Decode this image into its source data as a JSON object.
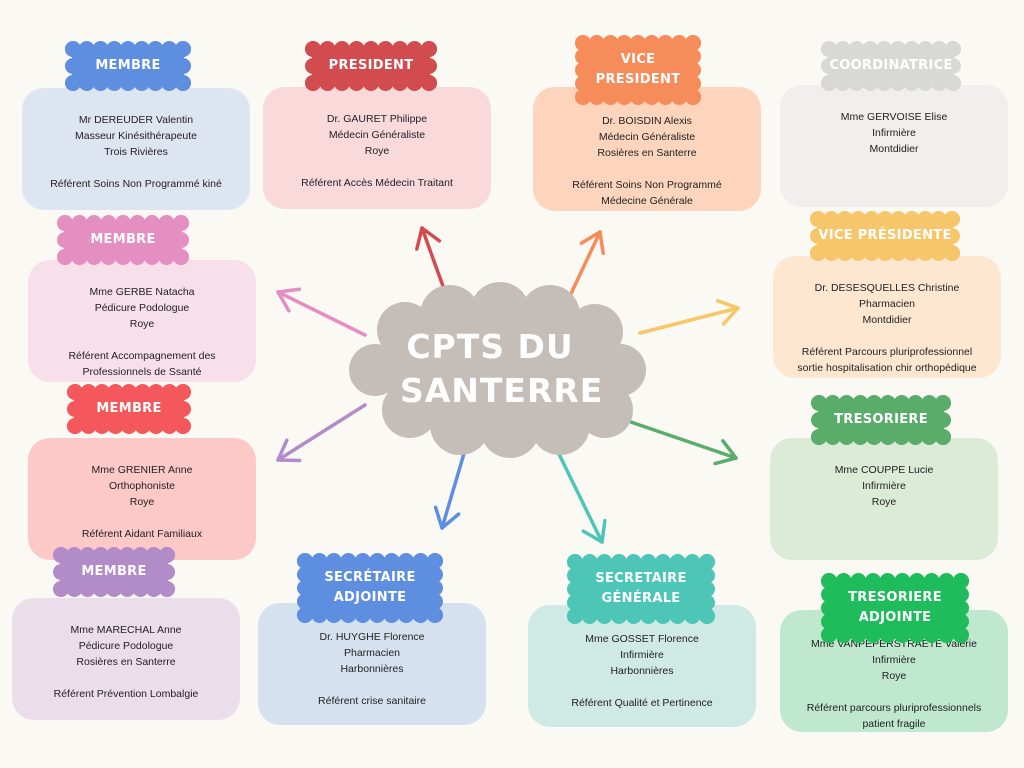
{
  "center": {
    "line1": "CPTS DU",
    "line2": "SANTERRE",
    "color": "#c4bdb8"
  },
  "members": [
    {
      "id": "dereuder",
      "role": [
        "MEMBRE"
      ],
      "role_color": "#5e8ee0",
      "box_color": "#dde5f1",
      "lines": [
        "Mr DEREUDER Valentin",
        "Masseur Kinésithérapeute",
        "Trois Rivières"
      ],
      "ref": [
        "Référent Soins Non Programmé kiné"
      ]
    },
    {
      "id": "gauret",
      "role": [
        "PRESIDENT"
      ],
      "role_color": "#d24b4e",
      "box_color": "#fad9db",
      "lines": [
        "Dr. GAURET Philippe",
        "Médecin Généraliste",
        "Roye"
      ],
      "ref": [
        "Référent Accès Médecin Traitant"
      ]
    },
    {
      "id": "boisdin",
      "role": [
        "VICE",
        "PRESIDENT"
      ],
      "role_color": "#f58c5a",
      "box_color": "#fdd5bd",
      "lines": [
        "Dr. BOISDIN Alexis",
        "Médecin Généraliste",
        "Rosières en Santerre"
      ],
      "ref": [
        "Référent Soins Non Programmé",
        "Médecine Générale"
      ]
    },
    {
      "id": "gervoise",
      "role": [
        "COORDINATRICE"
      ],
      "role_color": "#d8d8d6",
      "box_color": "#f0efed",
      "lines": [
        "Mme GERVOISE Elise",
        "Infirmière",
        "Montdidier"
      ],
      "ref": []
    },
    {
      "id": "gerbe",
      "role": [
        "MEMBRE"
      ],
      "role_color": "#e48ec2",
      "box_color": "#f7e0ea",
      "lines": [
        "Mme GERBE Natacha",
        "Pédicure Podologue",
        "Roye"
      ],
      "ref": [
        "Référent Accompagnement des",
        "Professionnels de Ssanté"
      ]
    },
    {
      "id": "desesquelles",
      "role": [
        "VICE PRÉSIDENTE"
      ],
      "role_color": "#f7c66a",
      "box_color": "#fde7d0",
      "lines": [
        "Dr. DESESQUELLES Christine",
        "Pharmacien",
        "Montdidier"
      ],
      "ref": [
        "Référent Parcours pluriprofessionnel",
        "sortie hospitalisation chir orthopédique"
      ]
    },
    {
      "id": "grenier",
      "role": [
        "MEMBRE"
      ],
      "role_color": "#f5585c",
      "box_color": "#fcc9c7",
      "lines": [
        "Mme GRENIER Anne",
        "Orthophoniste",
        "Roye"
      ],
      "ref": [
        "Référent Aidant Familiaux"
      ]
    },
    {
      "id": "couppe",
      "role": [
        "TRESORIERE"
      ],
      "role_color": "#5aac6a",
      "box_color": "#dcebd6",
      "lines": [
        "Mme COUPPE Lucie",
        "Infirmière",
        "Roye"
      ],
      "ref": []
    },
    {
      "id": "marechal",
      "role": [
        "MEMBRE"
      ],
      "role_color": "#b28cc8",
      "box_color": "#ebdeeb",
      "lines": [
        "Mme MARECHAL Anne",
        "Pédicure Podologue",
        "Rosières en Santerre"
      ],
      "ref": [
        "Référent Prévention Lombalgie"
      ]
    },
    {
      "id": "huyghe",
      "role": [
        "SECRÉTAIRE",
        "ADJOINTE"
      ],
      "role_color": "#5e8ee0",
      "box_color": "#d6e1f0",
      "lines": [
        "Dr. HUYGHE Florence",
        "Pharmacien",
        "Harbonnières"
      ],
      "ref": [
        "Référent crise sanitaire"
      ]
    },
    {
      "id": "gosset",
      "role": [
        "SECRETAIRE",
        "GÉNÉRALE"
      ],
      "role_color": "#4dc6b8",
      "box_color": "#cfe9e4",
      "lines": [
        "Mme GOSSET Florence",
        "Infirmière",
        "Harbonnières"
      ],
      "ref": [
        "Référent Qualité et Pertinence"
      ]
    },
    {
      "id": "vanpeperstraete",
      "role": [
        "TRESORIERE",
        "ADJOINTE"
      ],
      "role_color": "#1fbc5c",
      "box_color": "#bfe8cf",
      "lines": [
        "Mme VANPEPERSTRAETE Valérie",
        "Infirmière",
        "Roye"
      ],
      "ref": [
        "Référent parcours pluriprofessionnels",
        "patient fragile"
      ]
    }
  ],
  "arrow_colors": [
    "#d24b4e",
    "#f58c5a",
    "#f7c66a",
    "#5aac6a",
    "#4dc6b8",
    "#5e8ee0",
    "#b28cc8",
    "#e48ec2"
  ]
}
